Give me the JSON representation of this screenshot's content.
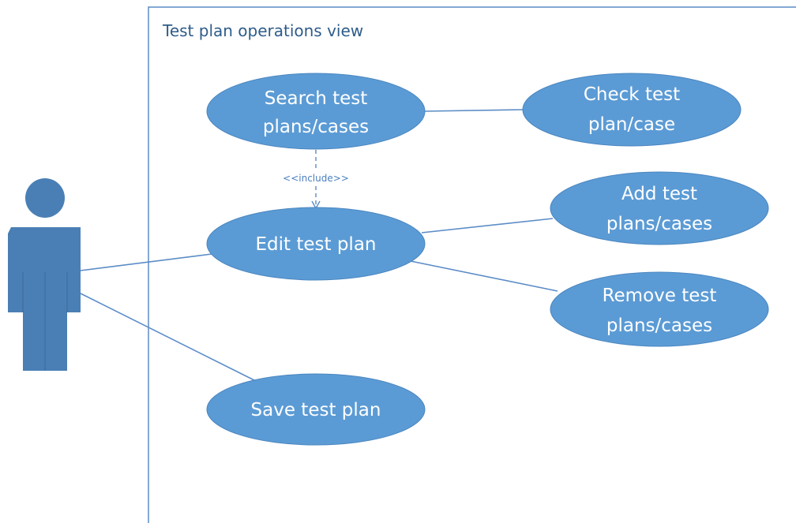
{
  "diagram": {
    "boundary": {
      "title": "Test plan operations view"
    },
    "use_cases": {
      "search": {
        "line1": "Search test",
        "line2": "plans/cases"
      },
      "check": {
        "line1": "Check test",
        "line2": "plan/case"
      },
      "edit": {
        "line1": "Edit test plan"
      },
      "add": {
        "line1": "Add test",
        "line2": "plans/cases"
      },
      "remove": {
        "line1": "Remove test",
        "line2": "plans/cases"
      },
      "save": {
        "line1": "Save test plan"
      }
    },
    "include_label": "<<include>>",
    "colors": {
      "use_case_fill": "#5b9bd5",
      "actor_fill": "#4a7fb5",
      "line": "#5b8cc6",
      "boundary": "#5b8cc6",
      "title_text": "#2e5c8a"
    }
  }
}
